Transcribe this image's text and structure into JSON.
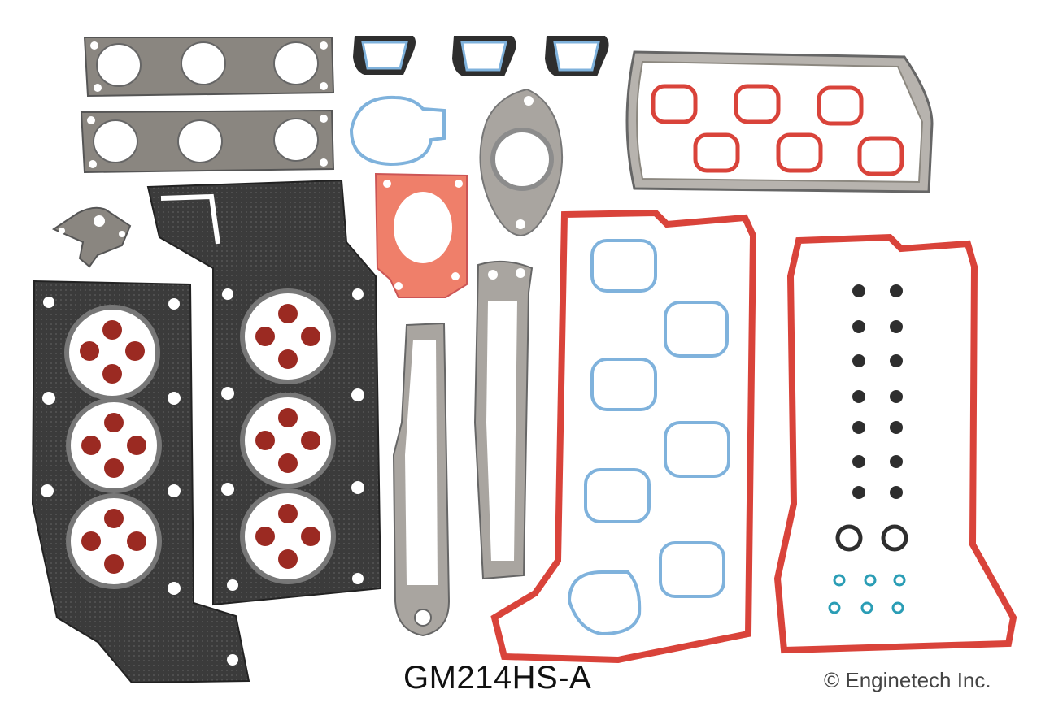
{
  "product": {
    "part_number": "GM214HS-A",
    "copyright": "© Enginetech Inc."
  },
  "colors": {
    "background": "#ffffff",
    "head_gasket": "#3a3a3a",
    "steel": "#8a8680",
    "red_seal": "#d9433a",
    "blue_seal": "#7fb2dc",
    "orange_gasket": "#ef7f6a",
    "paper": "#a9a5a0"
  },
  "components": [
    "exhaust-manifold-gasket",
    "exhaust-manifold-gasket",
    "water-outlet-gasket",
    "water-outlet-gasket",
    "water-outlet-gasket",
    "throttle-body-o-ring",
    "egr-flange-gasket",
    "throttle-body-gasket",
    "intake-plenum-gasket",
    "egr-valve-gasket",
    "cylinder-head-gasket",
    "cylinder-head-gasket",
    "water-crossover-gasket",
    "water-crossover-gasket",
    "valve-cover-gasket",
    "valve-cover-gasket",
    "valve-stem-seals",
    "spark-plug-tube-seals",
    "fuel-injector-o-rings"
  ]
}
